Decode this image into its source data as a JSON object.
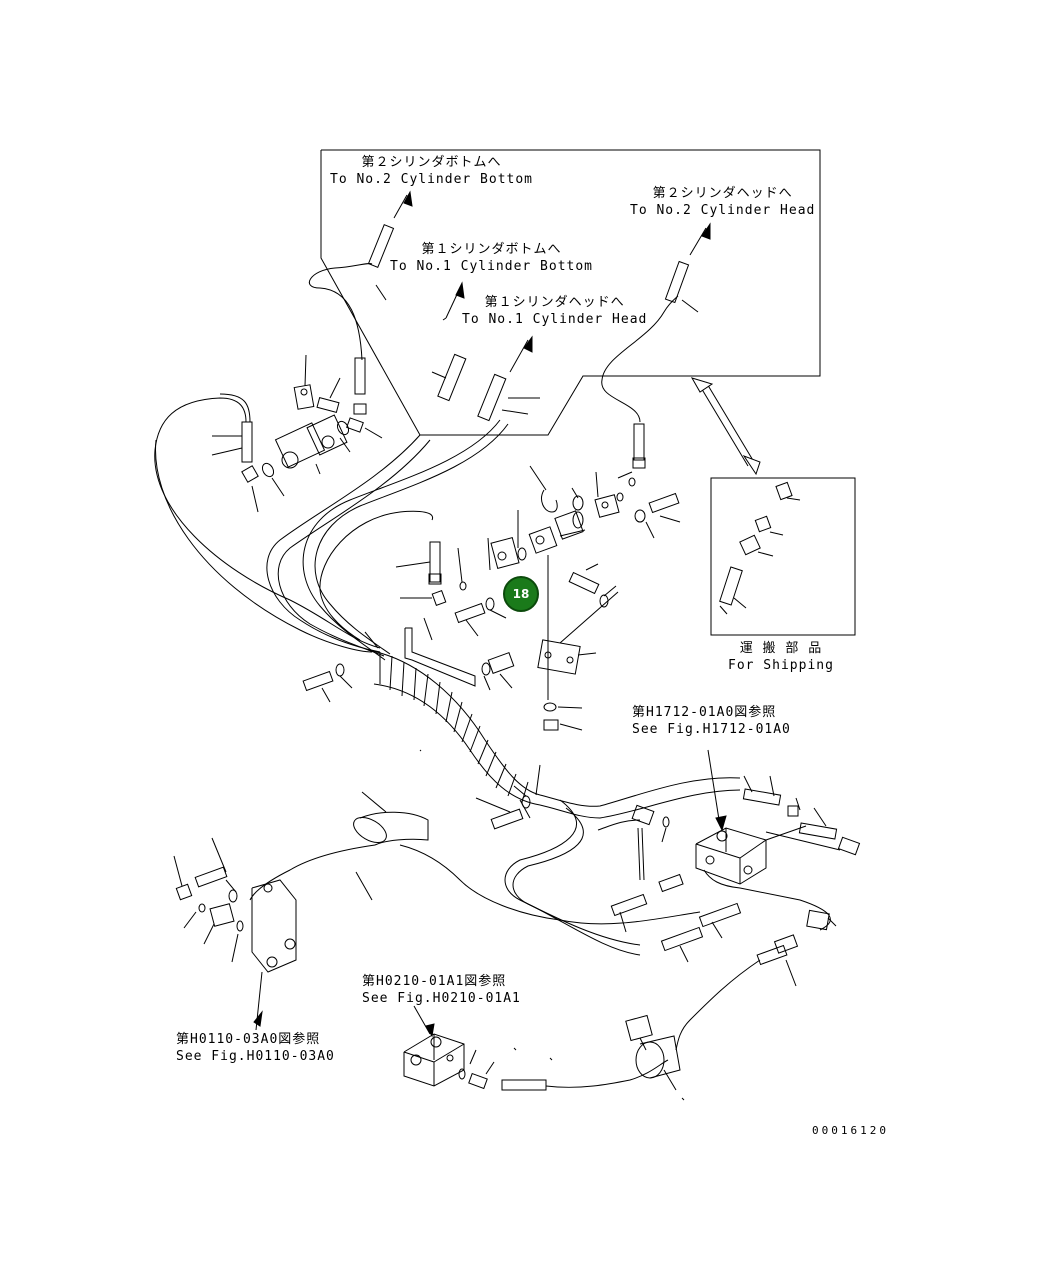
{
  "labels": {
    "cyl2_bottom_jp": "第２シリンダボトムへ",
    "cyl2_bottom_en": "To No.2 Cylinder Bottom",
    "cyl2_head_jp": "第２シリンダヘッドへ",
    "cyl2_head_en": "To No.2 Cylinder Head",
    "cyl1_bottom_jp": "第１シリンダボトムへ",
    "cyl1_bottom_en": "To No.1 Cylinder Bottom",
    "cyl1_head_jp": "第１シリンダヘッドへ",
    "cyl1_head_en": "To No.1 Cylinder Head",
    "shipping_jp": "運 搬 部 品",
    "shipping_en": "For Shipping",
    "ref_h1712_jp": "第H1712-01A0図参照",
    "ref_h1712_en": "See Fig.H1712-01A0",
    "ref_h0210_jp": "第H0210-01A1図参照",
    "ref_h0210_en": "See Fig.H0210-01A1",
    "ref_h0110_jp": "第H0110-03A0図参照",
    "ref_h0110_en": "See Fig.H0110-03A0"
  },
  "callouts": [
    {
      "label": "18"
    }
  ],
  "document_number": "00016120",
  "colors": {
    "line": "#000000",
    "callout_fill": "#1a7a1a",
    "callout_text": "#ffffff"
  }
}
